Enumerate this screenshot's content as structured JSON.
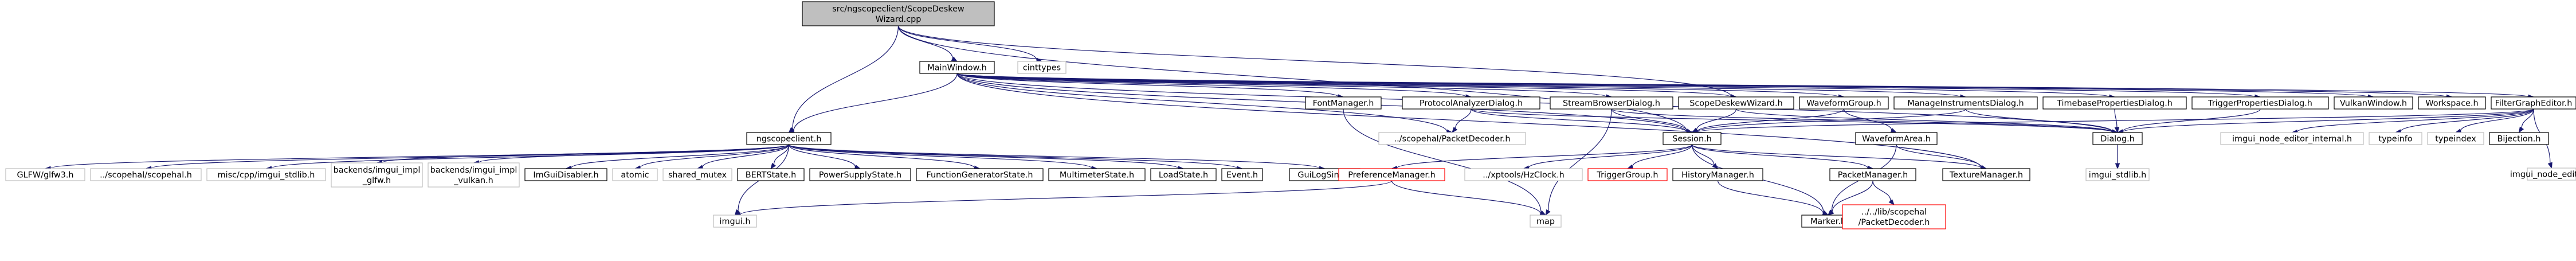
{
  "graph_title": "",
  "colors": {
    "edge": "#191970",
    "node_border": "#000000",
    "node_fill": "#ffffff",
    "root_fill": "#bfbfbf",
    "external_border": "#bfbfbf",
    "missing_border": "#ff0000",
    "text": "#000000"
  },
  "nodes": [
    {
      "id": "root",
      "lines": [
        "src/ngscopeclient/ScopeDeskew",
        "Wizard.cpp"
      ],
      "kind": "root"
    },
    {
      "id": "mainwindow",
      "lines": [
        "MainWindow.h"
      ],
      "kind": "doc"
    },
    {
      "id": "cinttypes",
      "lines": [
        "cinttypes"
      ],
      "kind": "external"
    },
    {
      "id": "ngscopeclient",
      "lines": [
        "ngscopeclient.h"
      ],
      "kind": "doc"
    },
    {
      "id": "glfw",
      "lines": [
        "GLFW/glfw3.h"
      ],
      "kind": "external"
    },
    {
      "id": "scopehal",
      "lines": [
        "../scopehal/scopehal.h"
      ],
      "kind": "external"
    },
    {
      "id": "imgui_stdlib_misc",
      "lines": [
        "misc/cpp/imgui_stdlib.h"
      ],
      "kind": "external"
    },
    {
      "id": "imgui_glfw",
      "lines": [
        "backends/imgui_impl",
        "_glfw.h"
      ],
      "kind": "external"
    },
    {
      "id": "imgui_vulkan",
      "lines": [
        "backends/imgui_impl",
        "_vulkan.h"
      ],
      "kind": "external"
    },
    {
      "id": "imguidisabler",
      "lines": [
        "ImGuiDisabler.h"
      ],
      "kind": "doc"
    },
    {
      "id": "atomic",
      "lines": [
        "atomic"
      ],
      "kind": "external"
    },
    {
      "id": "shared_mutex",
      "lines": [
        "shared_mutex"
      ],
      "kind": "external"
    },
    {
      "id": "bertstate",
      "lines": [
        "BERTState.h"
      ],
      "kind": "doc"
    },
    {
      "id": "powersupplystate",
      "lines": [
        "PowerSupplyState.h"
      ],
      "kind": "doc"
    },
    {
      "id": "functiongeneratorstate",
      "lines": [
        "FunctionGeneratorState.h"
      ],
      "kind": "doc"
    },
    {
      "id": "multimeterstate",
      "lines": [
        "MultimeterState.h"
      ],
      "kind": "doc"
    },
    {
      "id": "loadstate",
      "lines": [
        "LoadState.h"
      ],
      "kind": "doc"
    },
    {
      "id": "event",
      "lines": [
        "Event.h"
      ],
      "kind": "doc"
    },
    {
      "id": "guilogsink",
      "lines": [
        "GuiLogSink.h"
      ],
      "kind": "doc"
    },
    {
      "id": "fontmanager",
      "lines": [
        "FontManager.h"
      ],
      "kind": "doc"
    },
    {
      "id": "packetdecoder_scopehal",
      "lines": [
        "../scopehal/PacketDecoder.h"
      ],
      "kind": "external"
    },
    {
      "id": "protocolanalyzerdialog",
      "lines": [
        "ProtocolAnalyzerDialog.h"
      ],
      "kind": "doc"
    },
    {
      "id": "streambrowserdialog",
      "lines": [
        "StreamBrowserDialog.h"
      ],
      "kind": "doc"
    },
    {
      "id": "scopedeskewwizard",
      "lines": [
        "ScopeDeskewWizard.h"
      ],
      "kind": "doc"
    },
    {
      "id": "waveformgroup",
      "lines": [
        "WaveformGroup.h"
      ],
      "kind": "doc"
    },
    {
      "id": "manageinstrumentsdialog",
      "lines": [
        "ManageInstrumentsDialog.h"
      ],
      "kind": "doc"
    },
    {
      "id": "timebaseproperties",
      "lines": [
        "TimebasePropertiesDialog.h"
      ],
      "kind": "doc"
    },
    {
      "id": "triggerproperties",
      "lines": [
        "TriggerPropertiesDialog.h"
      ],
      "kind": "doc"
    },
    {
      "id": "vulkanwindow",
      "lines": [
        "VulkanWindow.h"
      ],
      "kind": "doc"
    },
    {
      "id": "workspace",
      "lines": [
        "Workspace.h"
      ],
      "kind": "doc"
    },
    {
      "id": "filtergrapheditor",
      "lines": [
        "FilterGraphEditor.h"
      ],
      "kind": "doc"
    },
    {
      "id": "session",
      "lines": [
        "Session.h"
      ],
      "kind": "doc"
    },
    {
      "id": "dialog",
      "lines": [
        "Dialog.h"
      ],
      "kind": "doc"
    },
    {
      "id": "waveformarea",
      "lines": [
        "WaveformArea.h"
      ],
      "kind": "doc"
    },
    {
      "id": "imgui_node_editor_internal",
      "lines": [
        "imgui_node_editor_internal.h"
      ],
      "kind": "external"
    },
    {
      "id": "typeinfo",
      "lines": [
        "typeinfo"
      ],
      "kind": "external"
    },
    {
      "id": "typeindex",
      "lines": [
        "typeindex"
      ],
      "kind": "external"
    },
    {
      "id": "bijection",
      "lines": [
        "Bijection.h"
      ],
      "kind": "doc"
    },
    {
      "id": "imgui_node_editor",
      "lines": [
        "imgui_node_editor.h"
      ],
      "kind": "external"
    },
    {
      "id": "imgui_stdlib",
      "lines": [
        "imgui_stdlib.h"
      ],
      "kind": "external"
    },
    {
      "id": "preferencemanager",
      "lines": [
        "PreferenceManager.h"
      ],
      "kind": "missing"
    },
    {
      "id": "hzclock",
      "lines": [
        "../xptools/HzClock.h"
      ],
      "kind": "external"
    },
    {
      "id": "triggergroup",
      "lines": [
        "TriggerGroup.h"
      ],
      "kind": "missing"
    },
    {
      "id": "historymanager",
      "lines": [
        "HistoryManager.h"
      ],
      "kind": "doc"
    },
    {
      "id": "packetmanager",
      "lines": [
        "PacketManager.h"
      ],
      "kind": "doc"
    },
    {
      "id": "texturemanager",
      "lines": [
        "TextureManager.h"
      ],
      "kind": "doc"
    },
    {
      "id": "imgui",
      "lines": [
        "imgui.h"
      ],
      "kind": "external"
    },
    {
      "id": "map",
      "lines": [
        "map"
      ],
      "kind": "external"
    },
    {
      "id": "marker",
      "lines": [
        "Marker.h"
      ],
      "kind": "doc"
    },
    {
      "id": "packetdecoder_lib",
      "lines": [
        "../../lib/scopehal",
        "/PacketDecoder.h"
      ],
      "kind": "missing"
    }
  ],
  "edges": [
    [
      "root",
      "mainwindow"
    ],
    [
      "root",
      "cinttypes"
    ],
    [
      "root",
      "ngscopeclient"
    ],
    [
      "root",
      "session"
    ],
    [
      "root",
      "scopedeskewwizard"
    ],
    [
      "mainwindow",
      "ngscopeclient"
    ],
    [
      "mainwindow",
      "fontmanager"
    ],
    [
      "mainwindow",
      "packetdecoder_scopehal"
    ],
    [
      "mainwindow",
      "protocolanalyzerdialog"
    ],
    [
      "mainwindow",
      "streambrowserdialog"
    ],
    [
      "mainwindow",
      "scopedeskewwizard"
    ],
    [
      "mainwindow",
      "waveformgroup"
    ],
    [
      "mainwindow",
      "manageinstrumentsdialog"
    ],
    [
      "mainwindow",
      "timebaseproperties"
    ],
    [
      "mainwindow",
      "triggerproperties"
    ],
    [
      "mainwindow",
      "vulkanwindow"
    ],
    [
      "mainwindow",
      "workspace"
    ],
    [
      "mainwindow",
      "filtergrapheditor"
    ],
    [
      "mainwindow",
      "session"
    ],
    [
      "mainwindow",
      "dialog"
    ],
    [
      "mainwindow",
      "texturemanager"
    ],
    [
      "ngscopeclient",
      "glfw"
    ],
    [
      "ngscopeclient",
      "scopehal"
    ],
    [
      "ngscopeclient",
      "imgui_stdlib_misc"
    ],
    [
      "ngscopeclient",
      "imgui_glfw"
    ],
    [
      "ngscopeclient",
      "imgui_vulkan"
    ],
    [
      "ngscopeclient",
      "imguidisabler"
    ],
    [
      "ngscopeclient",
      "atomic"
    ],
    [
      "ngscopeclient",
      "shared_mutex"
    ],
    [
      "ngscopeclient",
      "bertstate"
    ],
    [
      "ngscopeclient",
      "powersupplystate"
    ],
    [
      "ngscopeclient",
      "functiongeneratorstate"
    ],
    [
      "ngscopeclient",
      "multimeterstate"
    ],
    [
      "ngscopeclient",
      "loadstate"
    ],
    [
      "ngscopeclient",
      "event"
    ],
    [
      "ngscopeclient",
      "guilogsink"
    ],
    [
      "ngscopeclient",
      "imgui"
    ],
    [
      "fontmanager",
      "map"
    ],
    [
      "protocolanalyzerdialog",
      "packetdecoder_scopehal"
    ],
    [
      "protocolanalyzerdialog",
      "dialog"
    ],
    [
      "protocolanalyzerdialog",
      "session"
    ],
    [
      "streambrowserdialog",
      "session"
    ],
    [
      "streambrowserdialog",
      "map"
    ],
    [
      "streambrowserdialog",
      "dialog"
    ],
    [
      "scopedeskewwizard",
      "session"
    ],
    [
      "scopedeskewwizard",
      "dialog"
    ],
    [
      "waveformgroup",
      "session"
    ],
    [
      "waveformgroup",
      "waveformarea"
    ],
    [
      "manageinstrumentsdialog",
      "session"
    ],
    [
      "manageinstrumentsdialog",
      "dialog"
    ],
    [
      "timebaseproperties",
      "dialog"
    ],
    [
      "triggerproperties",
      "dialog"
    ],
    [
      "filtergrapheditor",
      "dialog"
    ],
    [
      "filtergrapheditor",
      "session"
    ],
    [
      "filtergrapheditor",
      "imgui_node_editor_internal"
    ],
    [
      "filtergrapheditor",
      "typeinfo"
    ],
    [
      "filtergrapheditor",
      "typeindex"
    ],
    [
      "filtergrapheditor",
      "bijection"
    ],
    [
      "filtergrapheditor",
      "imgui_node_editor"
    ],
    [
      "session",
      "preferencemanager"
    ],
    [
      "session",
      "hzclock"
    ],
    [
      "session",
      "triggergroup"
    ],
    [
      "session",
      "historymanager"
    ],
    [
      "session",
      "packetmanager"
    ],
    [
      "session",
      "texturemanager"
    ],
    [
      "session",
      "marker"
    ],
    [
      "waveformarea",
      "marker"
    ],
    [
      "waveformarea",
      "texturemanager"
    ],
    [
      "dialog",
      "imgui_stdlib"
    ],
    [
      "preferencemanager",
      "imgui"
    ],
    [
      "preferencemanager",
      "map"
    ],
    [
      "historymanager",
      "marker"
    ],
    [
      "packetmanager",
      "marker"
    ],
    [
      "packetmanager",
      "packetdecoder_lib"
    ]
  ]
}
